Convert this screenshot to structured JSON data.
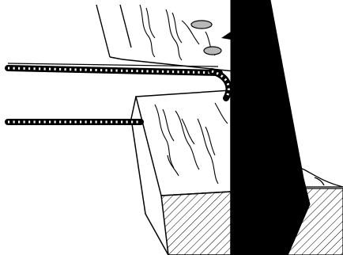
{
  "diagram": {
    "kind": "line-art illustration",
    "subject": "chainsaw-bar-and-chain-cutting-wooden-log",
    "colors": {
      "ink": "#000000",
      "paper": "#ffffff",
      "rivet_fill": "#b8b8b8"
    },
    "parts": [
      "upper-log",
      "lower-log-block",
      "cut-end-hatching",
      "saw-chain-upper-run",
      "saw-chain-lower-run",
      "bar-nose-chain-arc",
      "black-blade-wedge",
      "wood-grain",
      "oval-rivets"
    ]
  }
}
